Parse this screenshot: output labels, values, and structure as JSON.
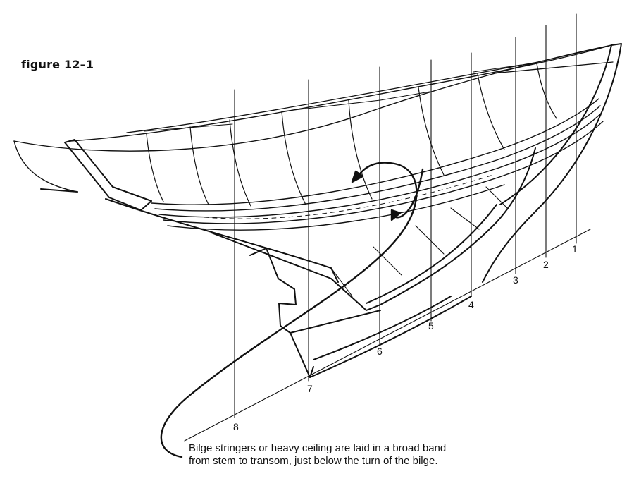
{
  "figure_title": "figure 12–1",
  "caption_lines": [
    "Bilge stringers or heavy ceiling are laid in a broad band",
    "from stem to transom, just below the turn of the bilge."
  ],
  "stations": [
    "1",
    "2",
    "3",
    "4",
    "5",
    "6",
    "7",
    "8"
  ],
  "colors": {
    "ink": "#111111",
    "paper": "#ffffff"
  }
}
